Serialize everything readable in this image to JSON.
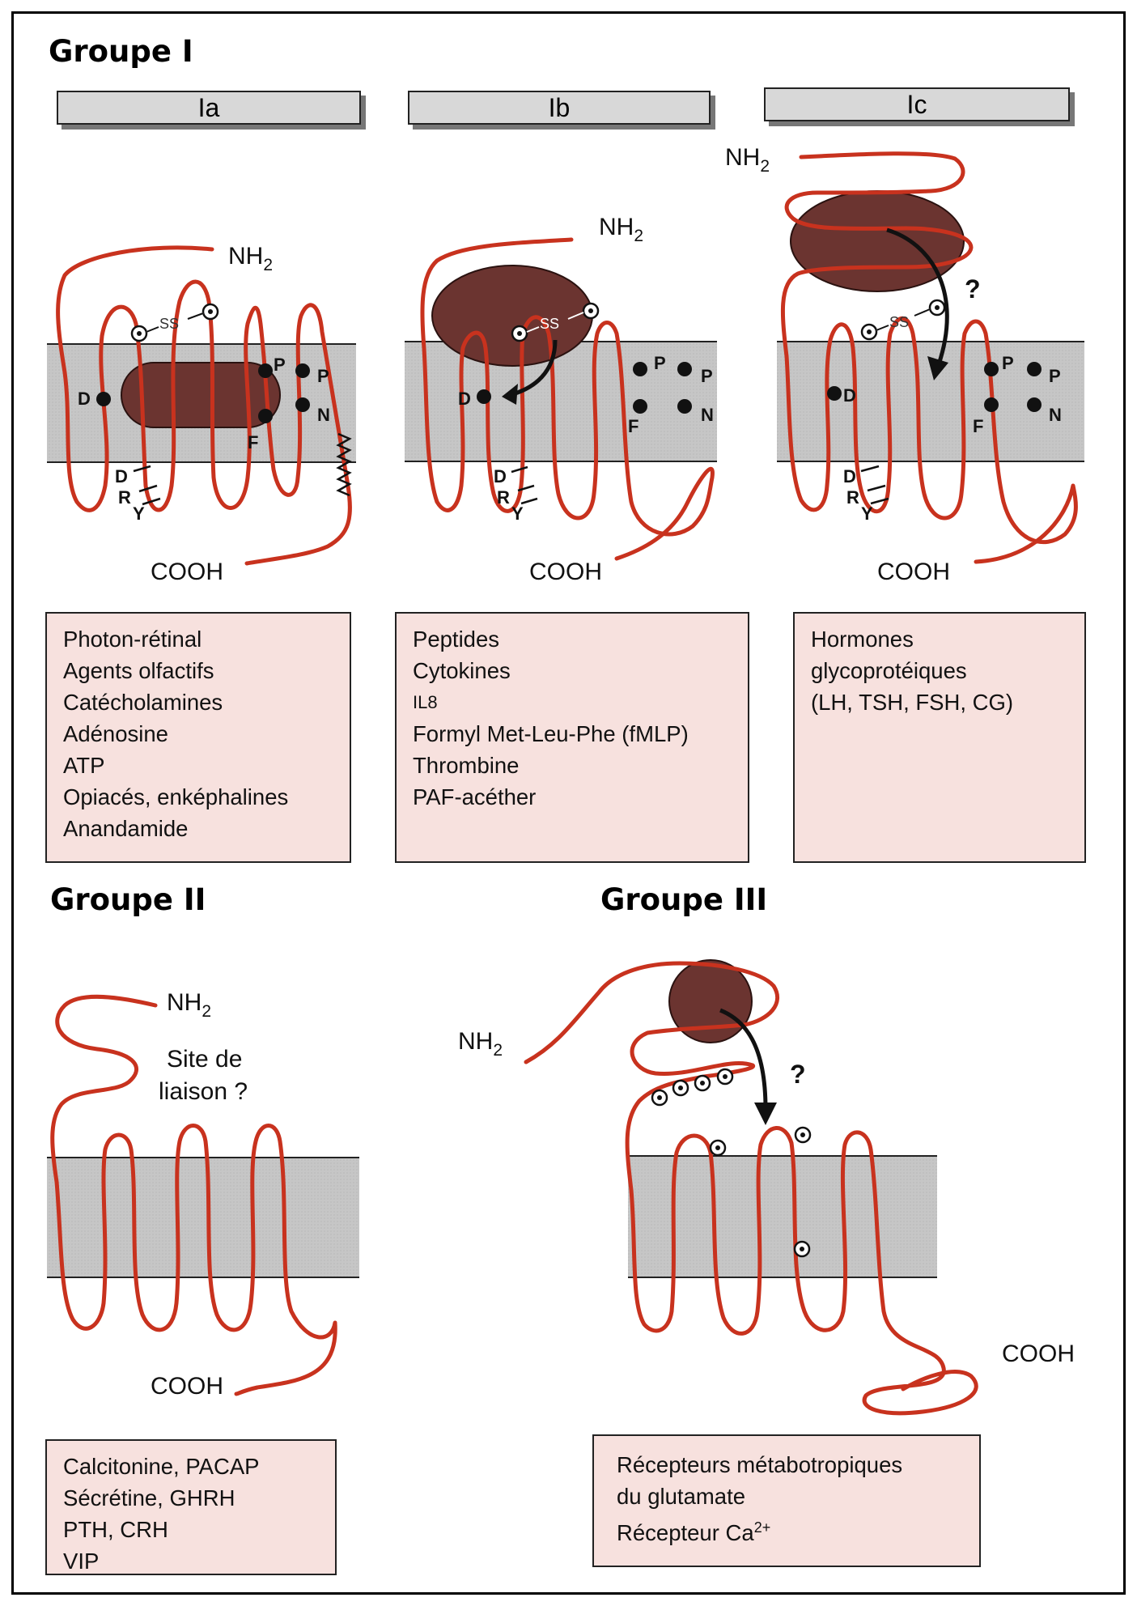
{
  "groups": {
    "g1": {
      "title": "Groupe I"
    },
    "g2": {
      "title": "Groupe II"
    },
    "g3": {
      "title": "Groupe III"
    }
  },
  "subgroups": {
    "ia": {
      "label": "Ia"
    },
    "ib": {
      "label": "Ib"
    },
    "ic": {
      "label": "Ic"
    }
  },
  "terminus": {
    "n": "NH",
    "n_sub": "2",
    "c": "COOH"
  },
  "residues": {
    "d": "D",
    "r": "R",
    "y": "Y",
    "p": "P",
    "f": "F",
    "n": "N"
  },
  "disulfide": "SS",
  "question_mark": "?",
  "binding_site": {
    "line1": "Site de",
    "line2": "liaison ?"
  },
  "ligands": {
    "ia": [
      "Photon-rétinal",
      "Agents olfactifs",
      "Catécholamines",
      "Adénosine",
      "ATP",
      "Opiacés, enképhalines",
      "Anandamide"
    ],
    "ib": [
      "Peptides",
      "Cytokines",
      "IL8",
      "Formyl Met-Leu-Phe (fMLP)",
      "Thrombine",
      "PAF-acéther"
    ],
    "ic": [
      "Hormones",
      "glycoprotéiques",
      "(LH, TSH, FSH, CG)"
    ],
    "g2": [
      "Calcitonine, PACAP",
      "Sécrétine, GHRH",
      "PTH, CRH",
      "VIP"
    ],
    "g3": {
      "line1": "Récepteurs métabotropiques",
      "line2": "du glutamate",
      "line3_base": "Récepteur Ca",
      "line3_sup": "2+"
    }
  },
  "colors": {
    "protein_chain": "#c8321e",
    "membrane": "#c6c6c6",
    "ligand": "#6b3430",
    "ligand_box": "#f7e1de",
    "tab": "#d8d8d8"
  }
}
